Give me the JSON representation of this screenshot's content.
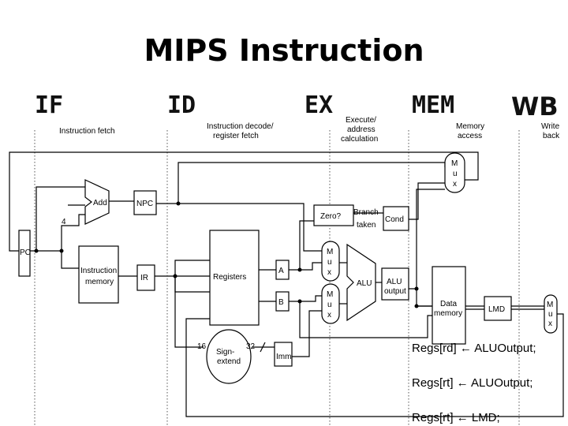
{
  "title": "MIPS Instruction",
  "stages": [
    "IF",
    "ID",
    "EX",
    "MEM",
    "WB"
  ],
  "diagram": {
    "stage_captions": {
      "if": [
        "Instruction fetch"
      ],
      "id": [
        "Instruction decode/",
        "register fetch"
      ],
      "ex": [
        "Execute/",
        "address",
        "calculation"
      ],
      "mem": [
        "Memory",
        "access"
      ],
      "wb": [
        "Write",
        "back"
      ]
    },
    "blocks": {
      "pc": "PC",
      "add": "Add",
      "npc": "NPC",
      "instr_mem": [
        "Instruction",
        "memory"
      ],
      "ir": "IR",
      "registers": "Registers",
      "a": "A",
      "b": "B",
      "imm": "Imm",
      "sign_extend": [
        "Sign-",
        "extend"
      ],
      "zero": "Zero?",
      "branch": [
        "Branch",
        "taken"
      ],
      "cond": "Cond",
      "alu": "ALU",
      "alu_output": [
        "ALU",
        "output"
      ],
      "data_mem": [
        "Data",
        "memory"
      ],
      "lmd": "LMD",
      "mux_letters": [
        "M",
        "u",
        "x"
      ],
      "four": "4",
      "width_16": "16",
      "width_32": "32"
    }
  },
  "writeback_ops": [
    "Regs[rd] ← ALUOutput;",
    "Regs[rt] ← ALUOutput;",
    "Regs[rt] ← LMD;"
  ]
}
